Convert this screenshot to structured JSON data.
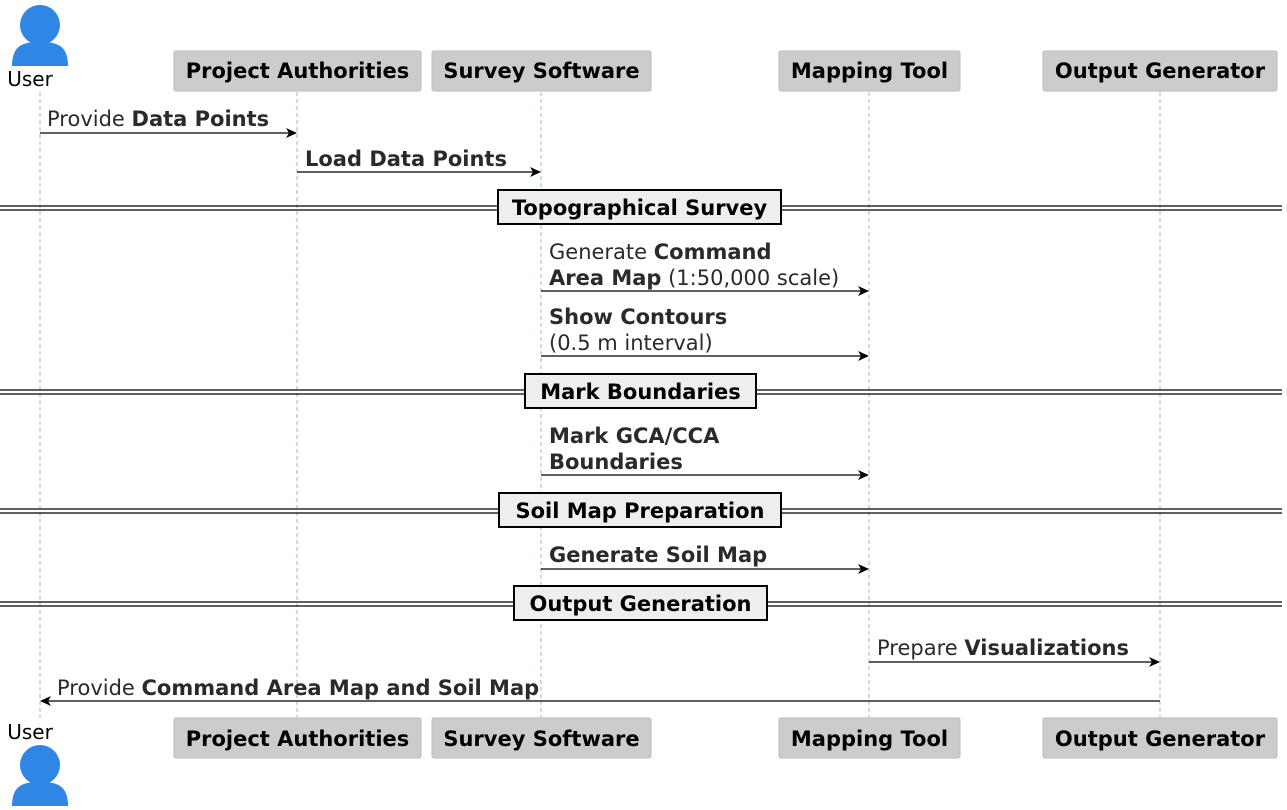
{
  "participants": {
    "user": {
      "label": "User",
      "icon": "actor-icon",
      "color": "#2f86e4"
    },
    "authorities": {
      "label": "Project Authorities"
    },
    "survey": {
      "label": "Survey Software"
    },
    "mapping": {
      "label": "Mapping Tool"
    },
    "output": {
      "label": "Output Generator"
    }
  },
  "messages": [
    {
      "id": "m1",
      "lines": [
        [
          {
            "t": "Provide ",
            "b": false
          },
          {
            "t": "Data Points",
            "b": true
          }
        ]
      ]
    },
    {
      "id": "m2",
      "lines": [
        [
          {
            "t": "Load Data Points",
            "b": true
          }
        ]
      ]
    },
    {
      "id": "m3",
      "lines": [
        [
          {
            "t": "Generate ",
            "b": false
          },
          {
            "t": "Command",
            "b": true
          }
        ],
        [
          {
            "t": "Area Map",
            "b": true
          },
          {
            "t": " (1:50,000 scale)",
            "b": false
          }
        ]
      ]
    },
    {
      "id": "m4",
      "lines": [
        [
          {
            "t": "Show Contours",
            "b": true
          }
        ],
        [
          {
            "t": "(0.5 m interval)",
            "b": false
          }
        ]
      ]
    },
    {
      "id": "m5",
      "lines": [
        [
          {
            "t": "Mark GCA/CCA",
            "b": true
          }
        ],
        [
          {
            "t": "Boundaries",
            "b": true
          }
        ]
      ]
    },
    {
      "id": "m6",
      "lines": [
        [
          {
            "t": "Generate Soil Map",
            "b": true
          }
        ]
      ]
    },
    {
      "id": "m7",
      "lines": [
        [
          {
            "t": "Prepare ",
            "b": false
          },
          {
            "t": "Visualizations",
            "b": true
          }
        ]
      ]
    },
    {
      "id": "m8",
      "lines": [
        [
          {
            "t": "Provide ",
            "b": false
          },
          {
            "t": "Command Area Map and Soil Map",
            "b": true
          }
        ]
      ]
    }
  ],
  "dividers": {
    "topographical": "Topographical Survey",
    "boundaries": "Mark Boundaries",
    "soil": "Soil Map Preparation",
    "output": "Output Generation"
  }
}
